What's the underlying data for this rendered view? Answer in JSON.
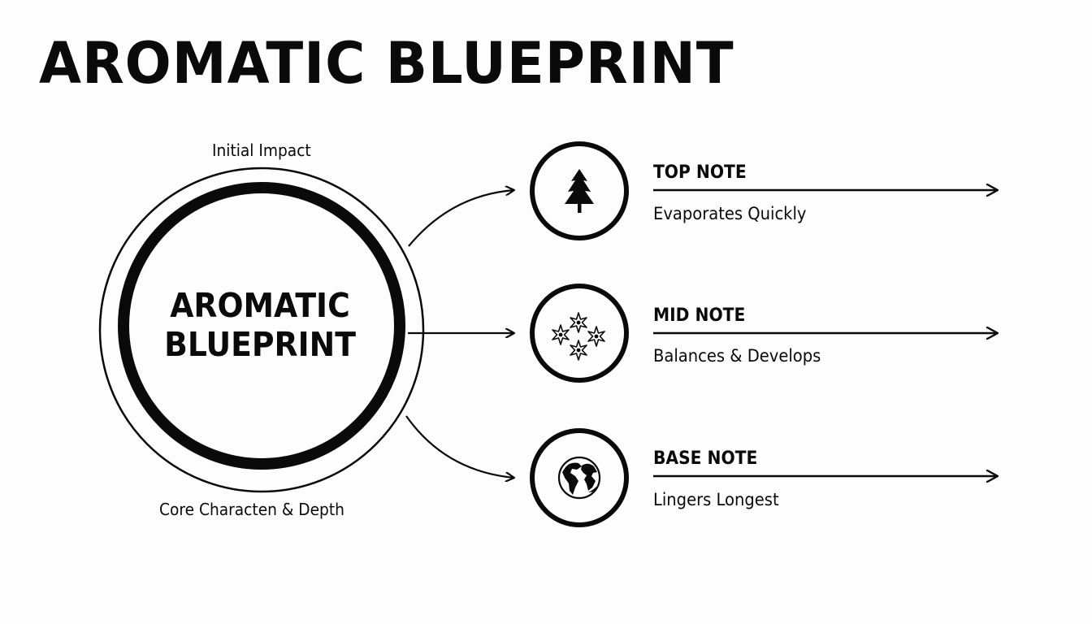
{
  "header": {
    "title": "AROMATIC BLUEPRINT"
  },
  "core": {
    "title_line1": "AROMATIC",
    "title_line2": "BLUEPRINT",
    "top_label": "Initial Impact",
    "bottom_label": "Core Characten & Depth"
  },
  "notes": [
    {
      "name": "TOP NOTE",
      "description": "Evaporates Quickly",
      "icon": "pine-tree-icon"
    },
    {
      "name": "MID NOTE",
      "description": "Balances & Develops",
      "icon": "star-anise-cluster-icon"
    },
    {
      "name": "BASE NOTE",
      "description": "Lingers Longest",
      "icon": "globe-icon"
    }
  ],
  "colors": {
    "ink": "#0a0a0a",
    "background": "#fdfdfd"
  }
}
